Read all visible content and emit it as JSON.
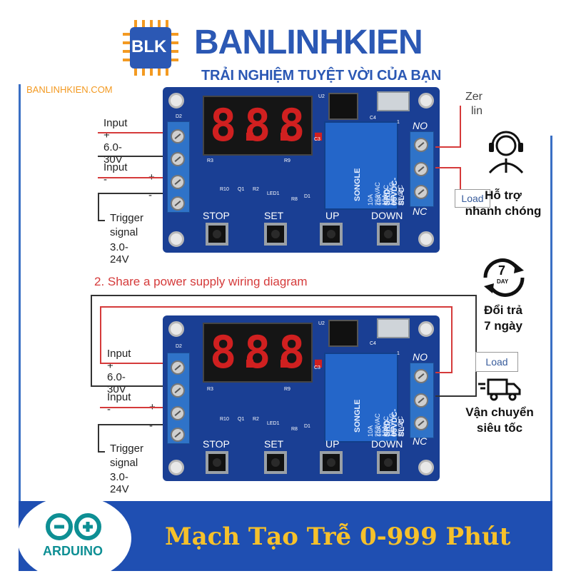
{
  "brand": {
    "logo_mark": "BLK",
    "name": "BANLINHKIEN",
    "tagline": "TRẢI NGHIỆM TUYỆT VỜI CỦA BẠN",
    "site": "BANLINHKIEN.COM",
    "accent": "#f39a22",
    "primary": "#2b58b4"
  },
  "diagram1": {
    "labels": {
      "input_plus": "Input +",
      "voltage": "6.0-30V",
      "input_minus": "Input -",
      "plus": "+",
      "minus": "-",
      "trigger_1": "Trigger",
      "trigger_2": "signal",
      "trigger_3": "3.0-24V"
    },
    "board": {
      "digits": [
        "8.",
        "8.",
        "8."
      ],
      "buttons": [
        "STOP",
        "SET",
        "UP",
        "DOWN"
      ],
      "relay_brand": "SONGLE",
      "relay_lines": [
        "10A 250VAC 10A 125VAC",
        "10A 30VDC 10A 28VDC",
        "SRD-05VDC-SL-C"
      ],
      "no": "NO",
      "nc": "NC",
      "silk": [
        "D2",
        "U2",
        "C4",
        "C3",
        "R3",
        "R9",
        "R10",
        "Q1",
        "R2",
        "LED1",
        "R8",
        "D1",
        "1"
      ]
    },
    "right_text_1": "Zer",
    "right_text_2": "lin",
    "load": "Load"
  },
  "diagram2": {
    "title": "2. Share a power supply wiring diagram",
    "labels": {
      "input_plus": "Input +",
      "voltage": "6.0-30V",
      "input_minus": "Input -",
      "plus": "+",
      "minus": "-",
      "trigger_1": "Trigger",
      "trigger_2": "signal",
      "trigger_3": "3.0-24V"
    },
    "board": {
      "digits": [
        "8.",
        "8.",
        "8."
      ],
      "buttons": [
        "STOP",
        "SET",
        "UP",
        "DOWN"
      ],
      "relay_brand": "SONGLE",
      "relay_lines": [
        "10A 250VAC 10A 125VAC",
        "10A 30VDC 10A 28VDC",
        "SRD-05VDC-SL-C"
      ],
      "no": "NO",
      "nc": "NC",
      "silk": [
        "D2",
        "U2",
        "C4",
        "C3",
        "R3",
        "R9",
        "R10",
        "Q1",
        "R2",
        "LED1",
        "R8",
        "D1",
        "1"
      ]
    },
    "load": "Load"
  },
  "side_features": [
    {
      "icon": "headset-support-icon",
      "line1": "Hỗ trợ",
      "line2": "nhanh chóng"
    },
    {
      "icon": "seven-day-return-icon",
      "line1": "Đổi trả",
      "line2": "7 ngày",
      "icon_text": "7",
      "icon_sub": "DAY"
    },
    {
      "icon": "fast-delivery-truck-icon",
      "line1": "Vận chuyển",
      "line2": "siêu tốc"
    }
  ],
  "footer": {
    "logo_text": "ARDUINO",
    "title": "Mạch Tạo Trễ 0-999 Phút",
    "title_color": "#f6c12b",
    "bg": "#1f4fb2"
  }
}
